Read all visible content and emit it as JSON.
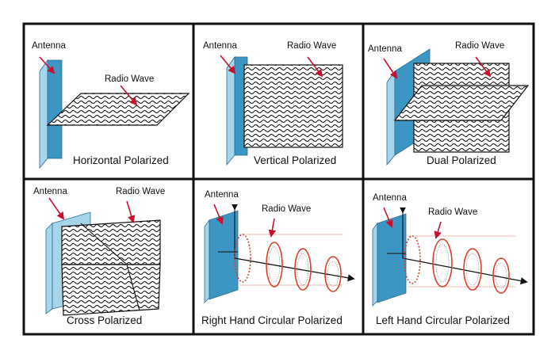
{
  "colors": {
    "antenna_face": "#3d95c3",
    "antenna_side": "#a6d4e8",
    "pointer": "#c8102e",
    "helix": "#d9412b",
    "border": "#111111"
  },
  "panels": [
    {
      "id": "horizontal",
      "antenna_label": "Antenna",
      "wave_label": "Radio Wave",
      "caption": "Horizontal Polarized"
    },
    {
      "id": "vertical",
      "antenna_label": "Antenna",
      "wave_label": "Radio Wave",
      "caption": "Vertical Polarized"
    },
    {
      "id": "dual",
      "antenna_label": "Antenna",
      "wave_label": "Radio Wave",
      "caption": "Dual Polarized"
    },
    {
      "id": "cross",
      "antenna_label": "Antenna",
      "wave_label": "Radio Wave",
      "caption": "Cross Polarized"
    },
    {
      "id": "rhcp",
      "antenna_label": "Antenna",
      "wave_label": "Radio Wave",
      "caption": "Right Hand Circular Polarized"
    },
    {
      "id": "lhcp",
      "antenna_label": "Antenna",
      "wave_label": "Radio Wave",
      "caption": "Left Hand Circular Polarized"
    }
  ]
}
